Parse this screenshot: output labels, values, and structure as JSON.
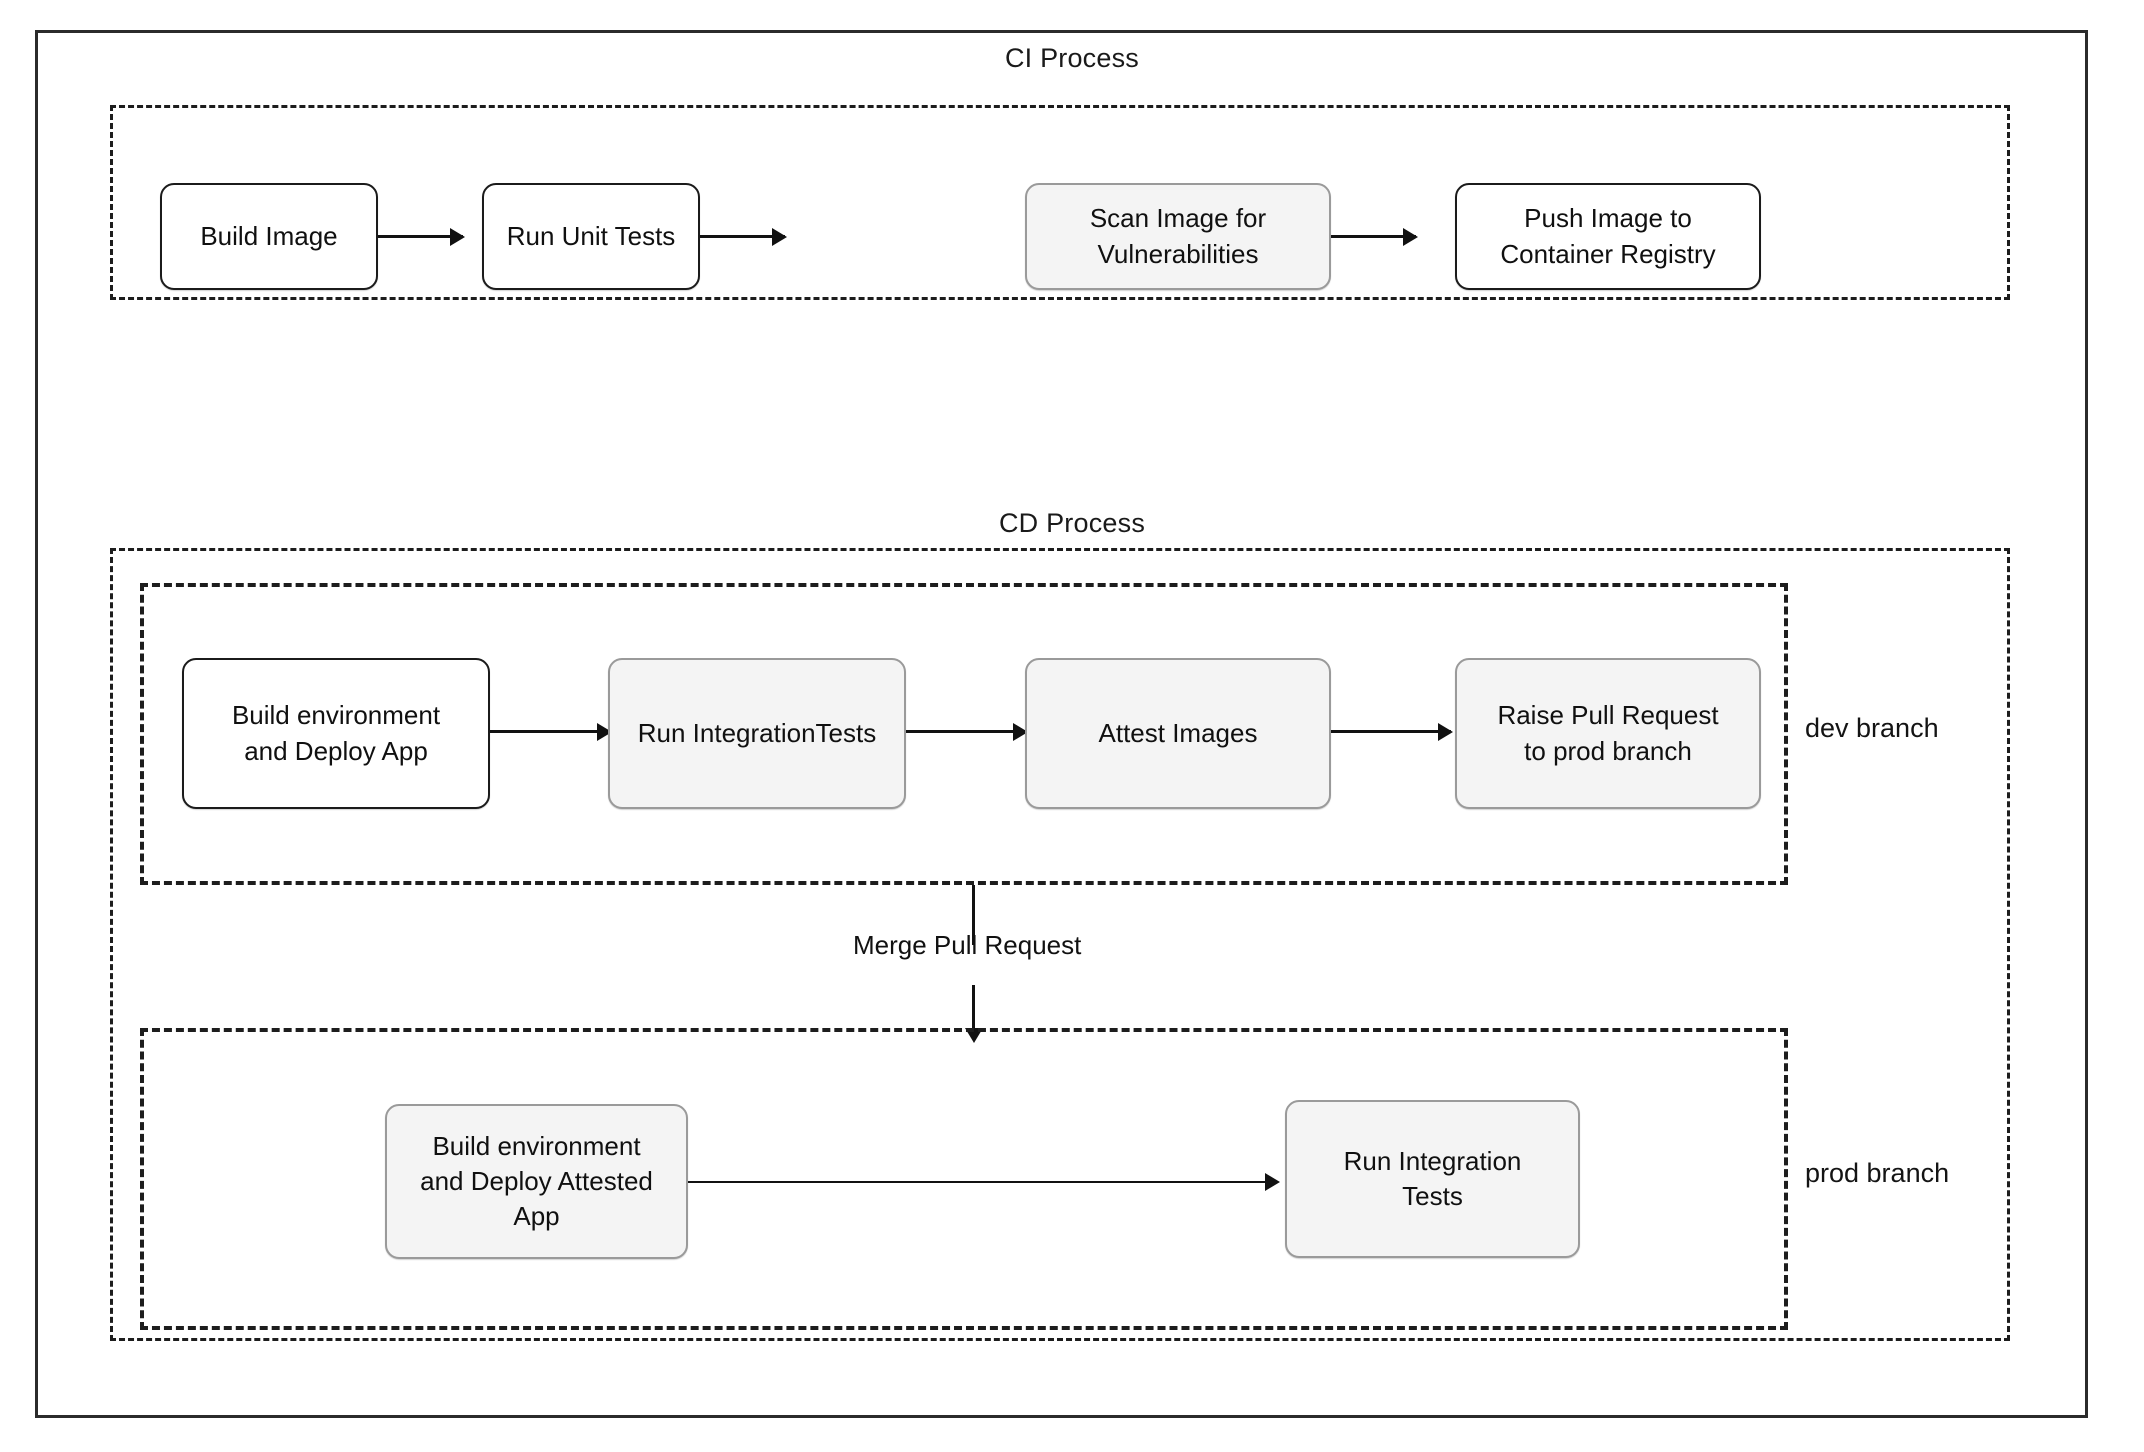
{
  "diagram": {
    "title_ci": "CI Process",
    "title_cd": "CD Process",
    "branch_labels": {
      "dev": "dev branch",
      "prod": "prod branch"
    },
    "edge_labels": {
      "merge": "Merge Pull Request"
    },
    "colors": {
      "frame": "#2b2b2b",
      "node_border": "#1b1b1b",
      "node_border_muted": "#9a9a9a",
      "node_fill_white": "#ffffff",
      "node_fill_gray": "#f4f4f4",
      "line": "#111111",
      "text": "#101010",
      "background": "#ffffff"
    },
    "ci_nodes": [
      {
        "id": "build-image",
        "label": "Build Image",
        "fill": "white"
      },
      {
        "id": "run-unit-tests",
        "label": "Run Unit Tests",
        "fill": "white"
      },
      {
        "id": "scan-image-for-vulnerabilities",
        "label": "Scan Image for\nVulnerabilities",
        "fill": "gray"
      },
      {
        "id": "push-image-to-container-registry",
        "label": "Push Image to\nContainer Registry",
        "fill": "white"
      }
    ],
    "dev_nodes": [
      {
        "id": "build-environment-and-deploy-app",
        "label": "Build environment\nand Deploy App",
        "fill": "white"
      },
      {
        "id": "run-integration-tests-dev",
        "label": "Run IntegrationTests",
        "fill": "gray"
      },
      {
        "id": "attest-images",
        "label": "Attest Images",
        "fill": "gray"
      },
      {
        "id": "raise-pull-request-to-prod-branch",
        "label": "Raise Pull Request\nto prod branch",
        "fill": "gray"
      }
    ],
    "prod_nodes": [
      {
        "id": "build-environment-and-deploy-attested-app",
        "label": "Build environment\nand Deploy Attested\nApp",
        "fill": "gray"
      },
      {
        "id": "run-integration-tests-prod",
        "label": "Run Integration\nTests",
        "fill": "gray"
      }
    ]
  }
}
